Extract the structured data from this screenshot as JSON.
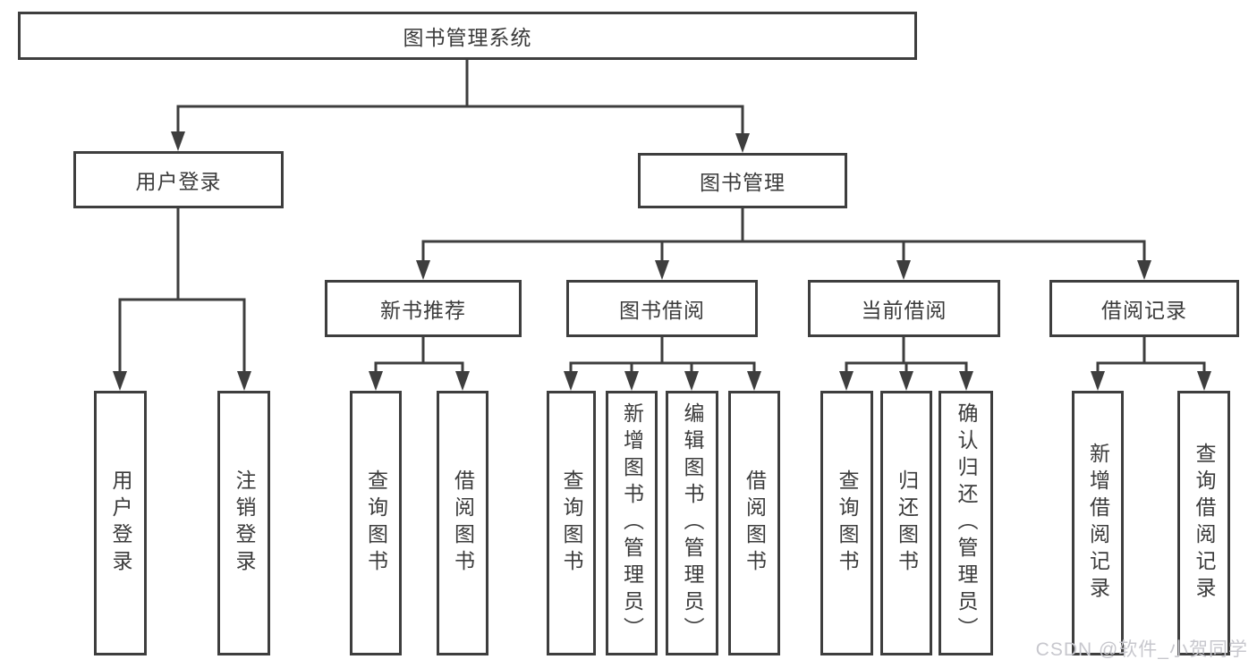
{
  "diagram": {
    "root": {
      "label": "图书管理系统"
    },
    "branches": [
      {
        "label": "用户登录",
        "leaves": [
          "用户登录",
          "注销登录"
        ]
      },
      {
        "label": "图书管理",
        "groups": [
          {
            "label": "新书推荐",
            "leaves": [
              "查询图书",
              "借阅图书"
            ]
          },
          {
            "label": "图书借阅",
            "leaves": [
              "查询图书",
              "新增图书（管理员）",
              "编辑图书（管理员）",
              "借阅图书"
            ]
          },
          {
            "label": "当前借阅",
            "leaves": [
              "查询图书",
              "归还图书",
              "确认归还（管理员）"
            ]
          },
          {
            "label": "借阅记录",
            "leaves": [
              "新增借阅记录",
              "查询借阅记录"
            ]
          }
        ]
      }
    ]
  },
  "watermark": {
    "text": "CSDN @软件_小贺同学"
  },
  "colors": {
    "line": "#3e3e3e",
    "box_border": "#3e3e3e",
    "text": "#3b3b3b",
    "watermark": "#c7c7cd",
    "background": "#ffffff"
  }
}
